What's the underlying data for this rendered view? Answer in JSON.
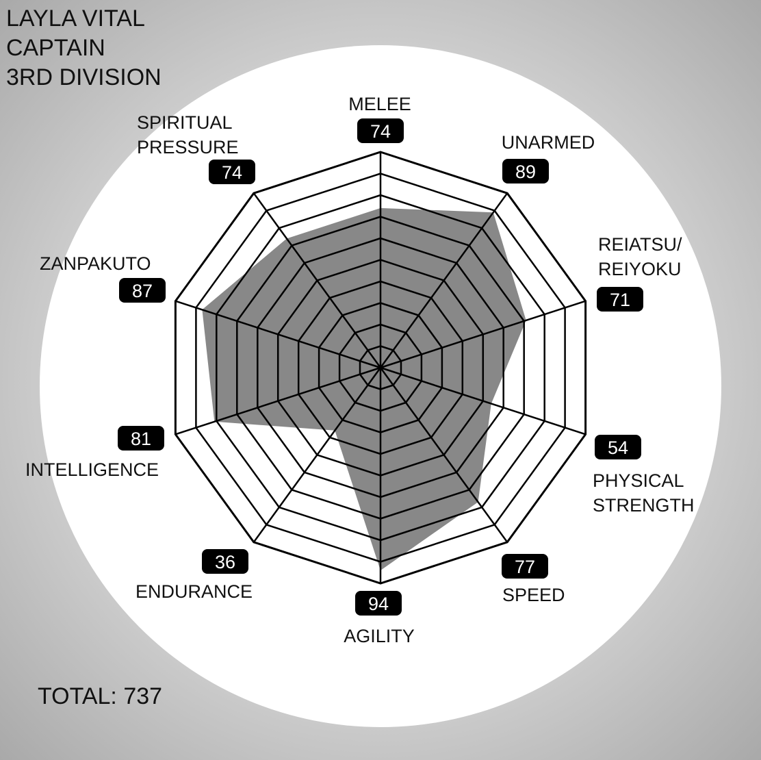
{
  "header": {
    "name": "LAYLA VITAL",
    "rank": "CAPTAIN",
    "division": "3RD DIVISION"
  },
  "total_text": "TOTAL: 737",
  "chart_data": {
    "type": "radar",
    "categories": [
      [
        "MELEE"
      ],
      [
        "UNARMED"
      ],
      [
        "REIATSU/",
        "REIYOKU"
      ],
      [
        "PHYSICAL",
        "STRENGTH"
      ],
      [
        "SPEED"
      ],
      [
        "AGILITY"
      ],
      [
        "ENDURANCE"
      ],
      [
        "INTELLIGENCE"
      ],
      [
        "ZANPAKUTO"
      ],
      [
        "SPIRITUAL",
        "PRESSURE"
      ]
    ],
    "values": [
      74,
      89,
      71,
      54,
      77,
      94,
      36,
      81,
      87,
      74
    ],
    "range": [
      0,
      100
    ],
    "rings": 10,
    "fill_color": "#888888",
    "line_color": "#000000",
    "badge_color": "#000000",
    "badge_text_color": "#ffffff"
  }
}
